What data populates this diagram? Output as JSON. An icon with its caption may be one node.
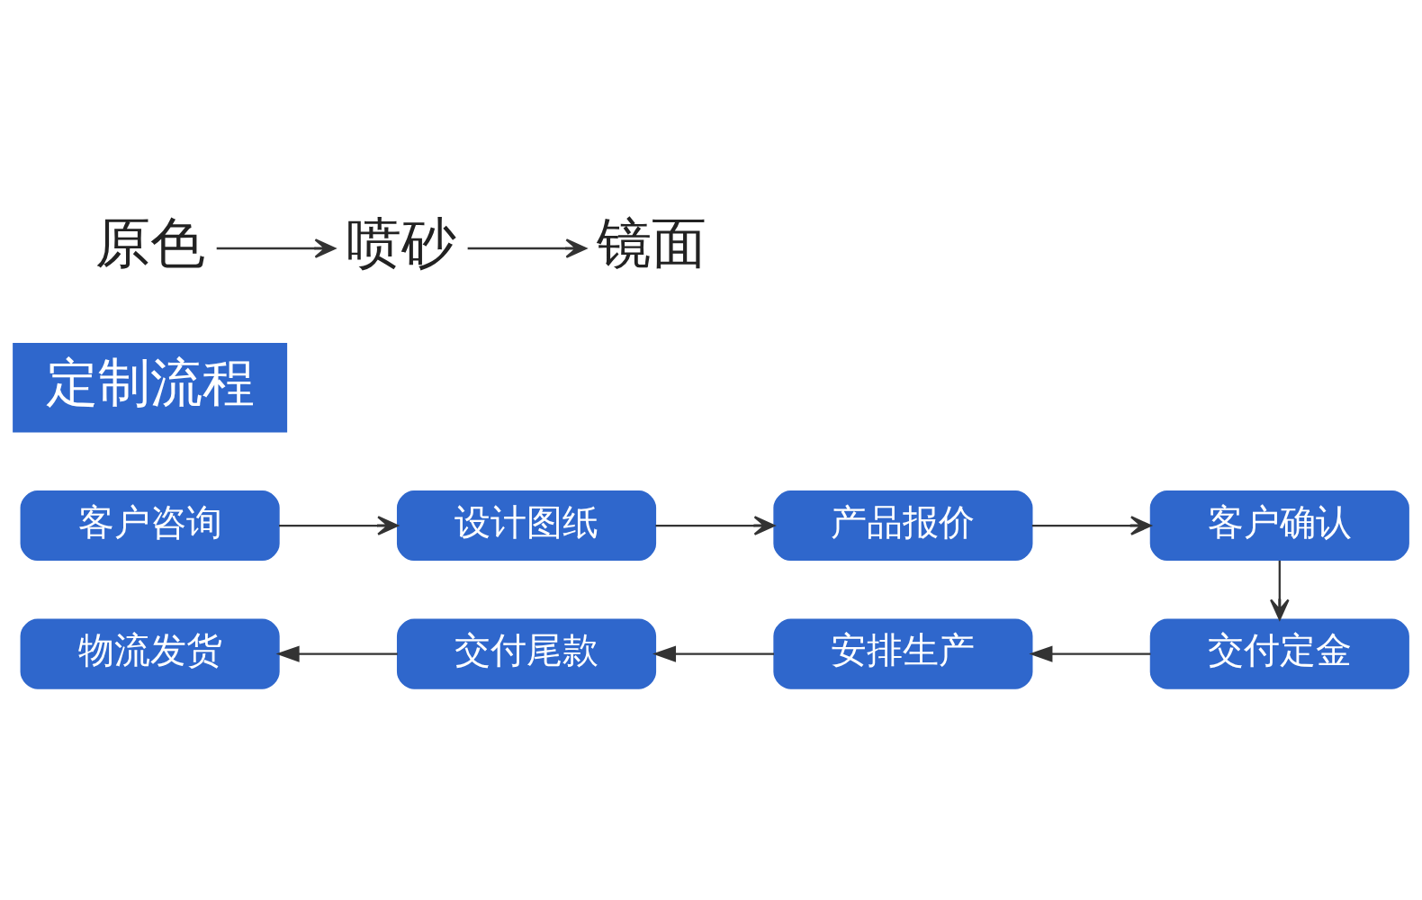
{
  "diagram": {
    "nodes": [
      {
        "text": [
          "原色"
        ]
      },
      {
        "text": [
          "喷砂"
        ]
      },
      {
        "text": [
          "镜面"
        ]
      },
      {
        "text": [
          "定制流程"
        ]
      },
      {
        "text": [
          "客户咨询"
        ]
      },
      {
        "text": [
          "设计图纸"
        ]
      },
      {
        "text": [
          "产品报价"
        ]
      },
      {
        "text": [
          "客户确认"
        ]
      },
      {
        "text": [
          "物流发货"
        ]
      },
      {
        "text": [
          "交付尾款"
        ]
      },
      {
        "text": [
          "安排生产"
        ]
      },
      {
        "text": [
          "交付定金"
        ]
      }
    ],
    "edges": [
      {
        "from": 0,
        "to": 1,
        "arrow": "to"
      },
      {
        "from": 1,
        "to": 2,
        "arrow": "to"
      },
      {
        "from": 4,
        "to": 5,
        "arrow": "to"
      },
      {
        "from": 5,
        "to": 6,
        "arrow": "to"
      },
      {
        "from": 6,
        "to": 7,
        "arrow": "to"
      },
      {
        "from": 7,
        "to": 11,
        "arrow": "to"
      },
      {
        "from": 11,
        "to": 10,
        "arrow": "to"
      },
      {
        "from": 10,
        "to": 9,
        "arrow": "to"
      },
      {
        "from": 9,
        "to": 8,
        "arrow": "to"
      }
    ]
  }
}
